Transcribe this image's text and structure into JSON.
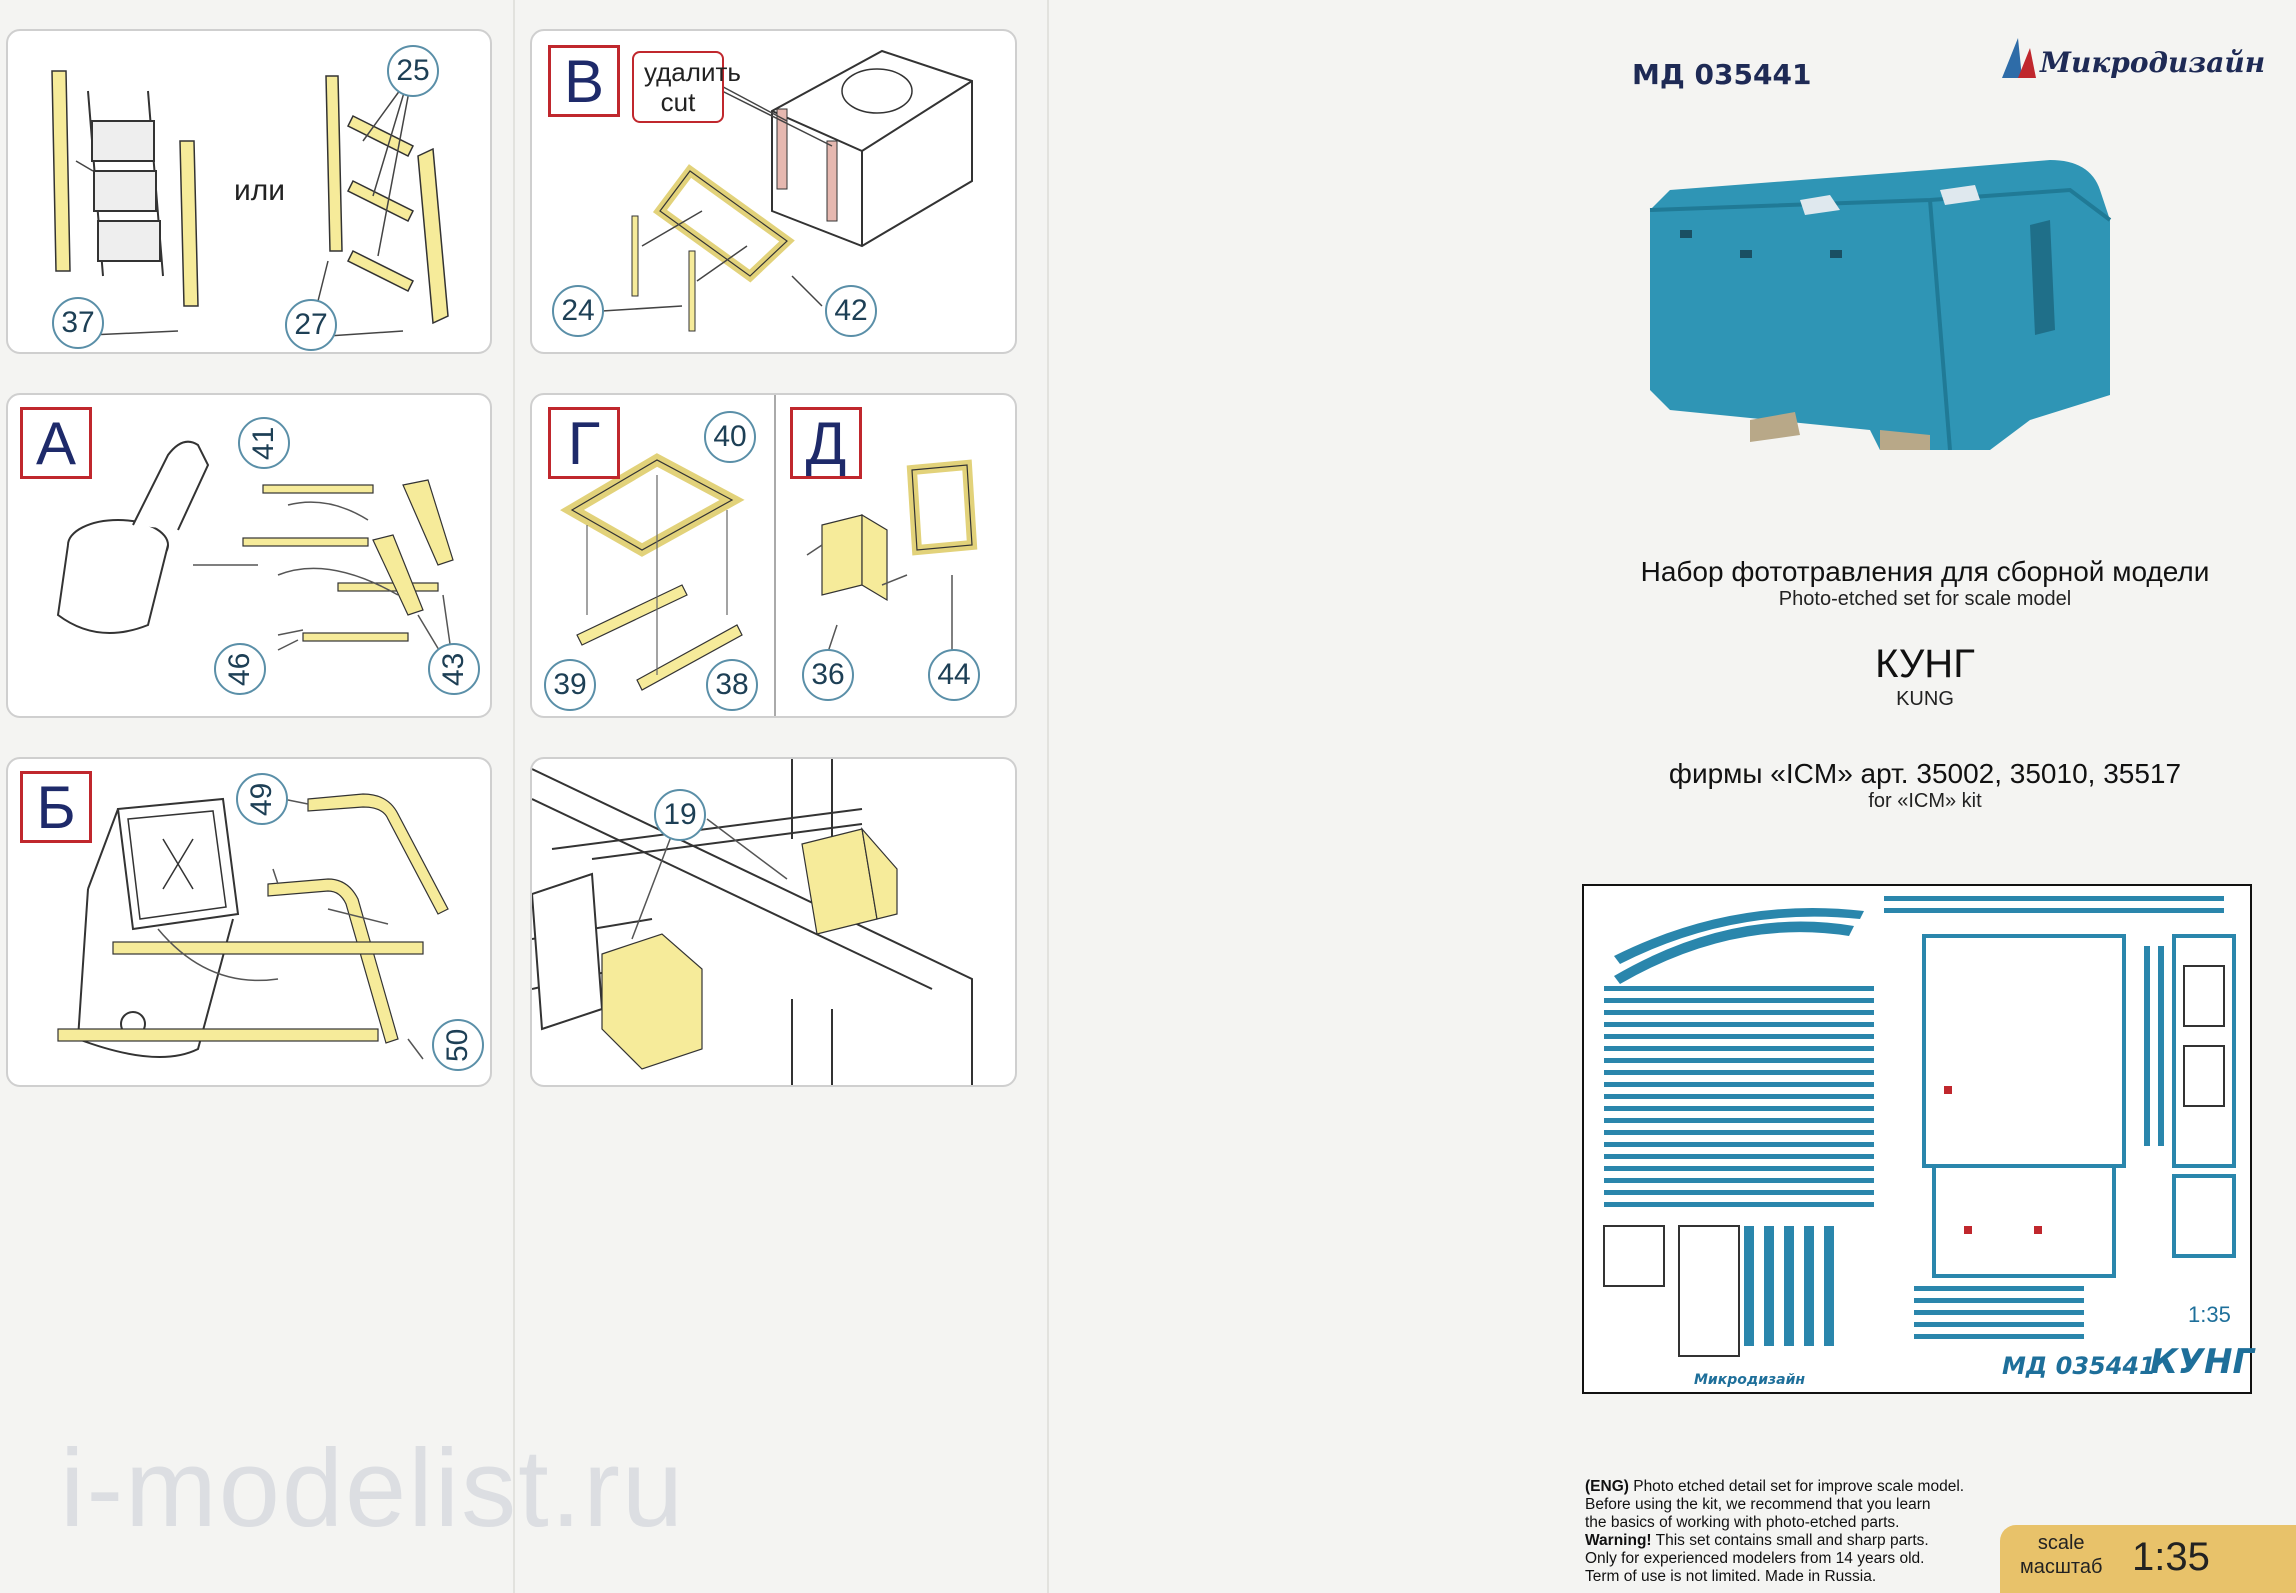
{
  "header": {
    "code": "МД 035441",
    "brand": "Микродизайн"
  },
  "steps": {
    "s1": {
      "or": "или",
      "parts": [
        "37",
        "27",
        "25"
      ]
    },
    "s2": {
      "letter": "В",
      "cut_ru": "удалить",
      "cut_en": "cut",
      "parts": [
        "24",
        "42"
      ]
    },
    "s3": {
      "letter": "А",
      "parts": [
        "41",
        "46",
        "43"
      ]
    },
    "s4": {
      "letter": "Г",
      "parts": [
        "40",
        "39",
        "38"
      ]
    },
    "s5": {
      "letter": "Д",
      "parts": [
        "36",
        "44"
      ]
    },
    "s6": {
      "letter": "Б",
      "parts": [
        "49",
        "50"
      ]
    },
    "s7": {
      "parts": [
        "19"
      ]
    }
  },
  "product": {
    "subtitle_ru": "Набор фототравления для сборной модели",
    "subtitle_en": "Photo-etched set for scale model",
    "title_ru": "КУНГ",
    "title_en": "KUNG",
    "kit_ru": "фирмы «ICM» арт. 35002, 35010, 35517",
    "kit_en": "for «ICM» kit"
  },
  "fret": {
    "code": "МД 035441",
    "name": "КУНГ",
    "scale": "1:35",
    "brand": "Микродизайн"
  },
  "warning": {
    "lead": "(ENG)",
    "line1": " Photo etched detail set for improve scale model.",
    "line2": "Before using the kit, we recommend that you learn",
    "line3": "the basics of working with photo-etched parts.",
    "warn_label": "Warning!",
    "line4": " This set contains small and sharp parts.",
    "line5": "Only for experienced modelers from 14 years old.",
    "line6": "Term of use is not limited. Made in Russia."
  },
  "scale_badge": {
    "label_en": "scale",
    "label_ru": "масштаб",
    "value": "1:35"
  },
  "watermark": "i-modelist.ru",
  "colors": {
    "accent_red": "#c0272d",
    "pe_yellow": "#f6eb9a",
    "kung_blue": "#2f95b5",
    "fret_blue": "#1e6f9a",
    "badge": "#e8c26a"
  }
}
